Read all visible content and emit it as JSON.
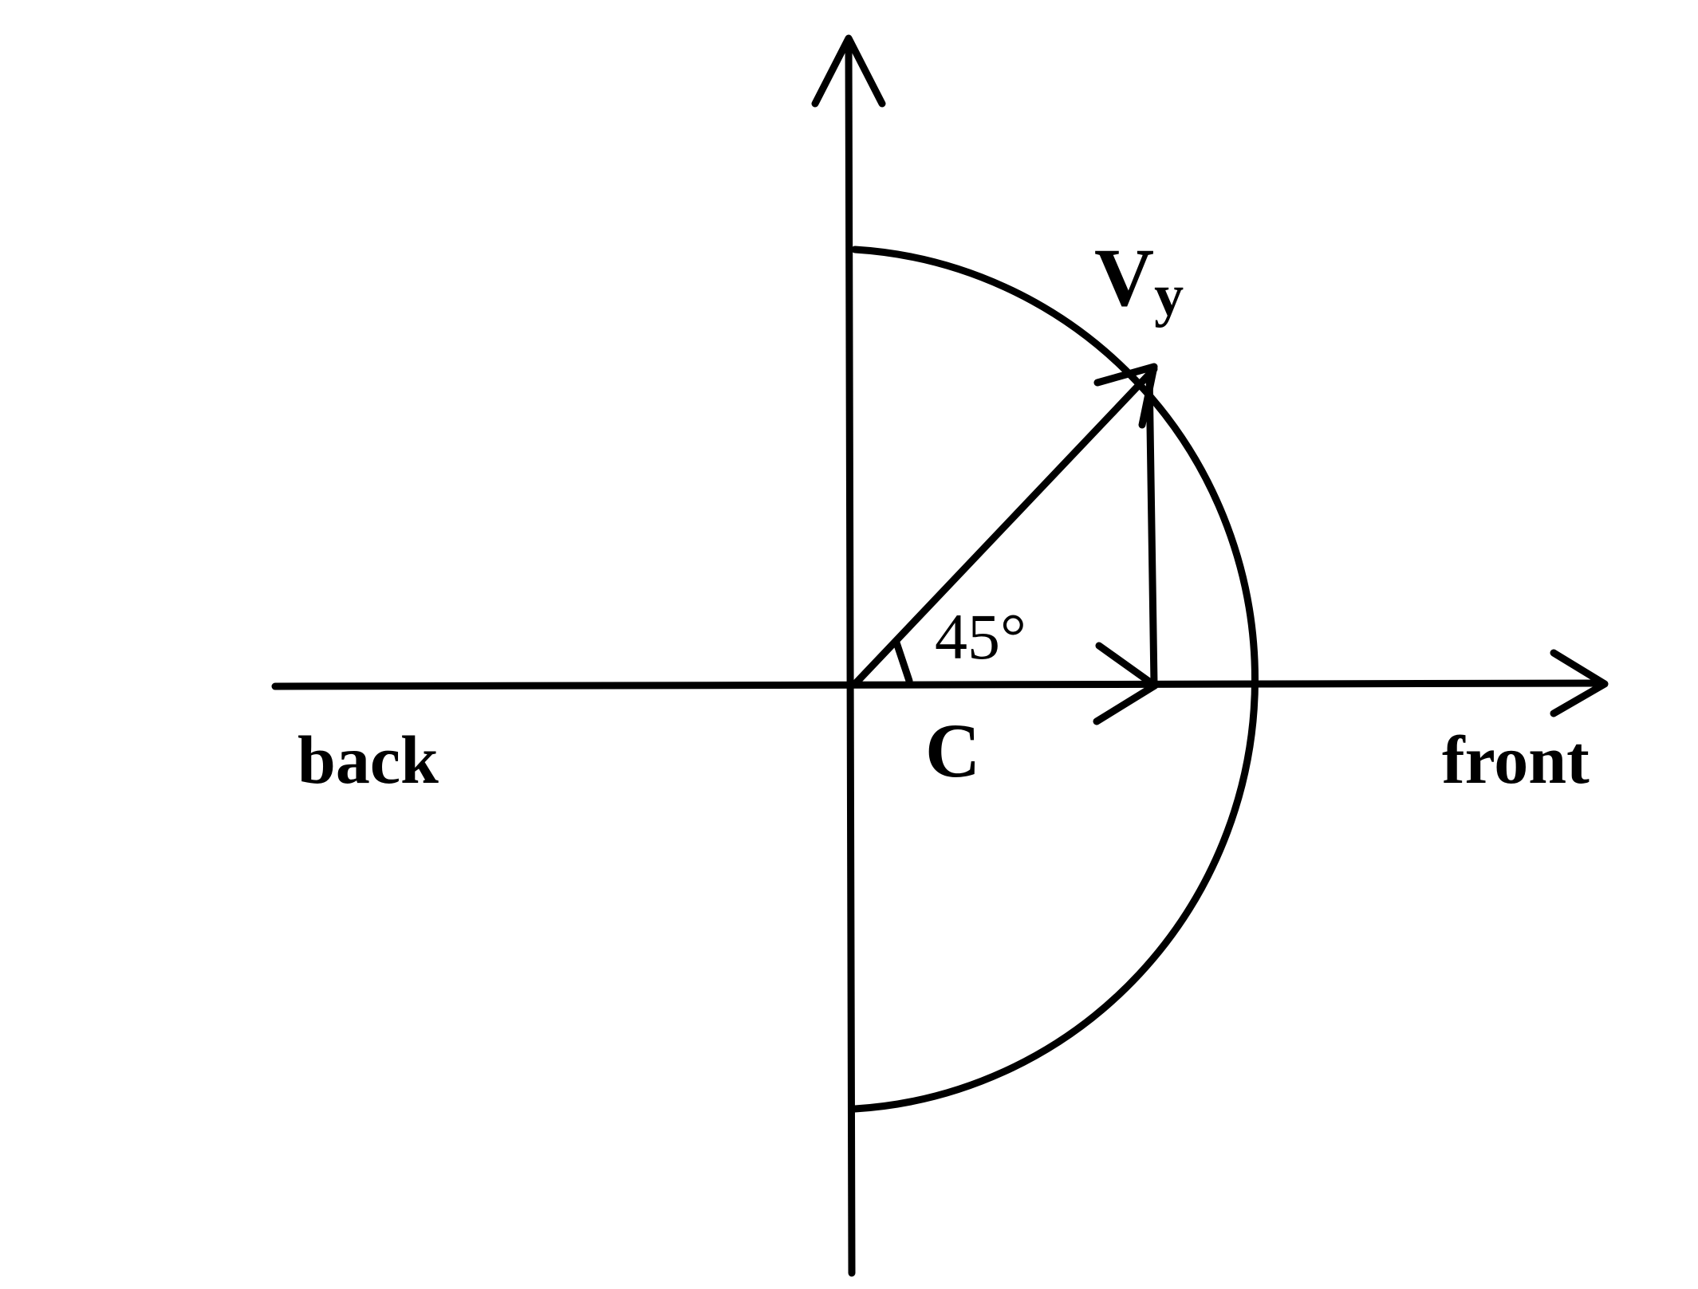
{
  "diagram": {
    "labels": {
      "back": "back",
      "front": "front",
      "center": "C",
      "vector_main": "V",
      "vector_sub": "y",
      "angle": "45°"
    }
  }
}
